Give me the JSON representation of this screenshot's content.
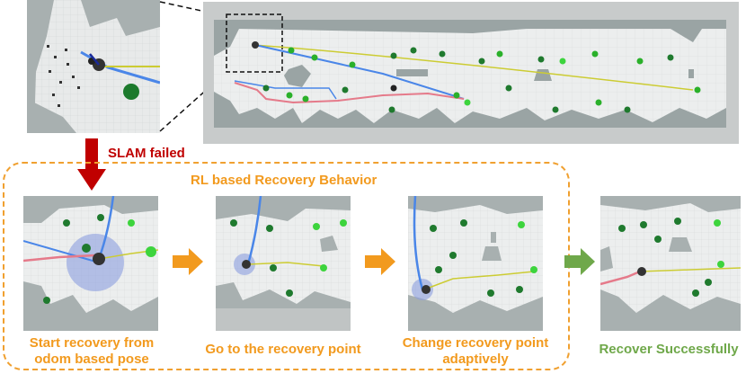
{
  "labels": {
    "slam_failed": "SLAM failed",
    "rl_title": "RL based Recovery Behavior",
    "step1_line1": "Start recovery from",
    "step1_line2": "odom based pose",
    "step2": "Go to the recovery point",
    "step3_line1": "Change recovery point",
    "step3_line2": "adaptively",
    "result": "Recover Successfully"
  },
  "colors": {
    "orange": "#f29a1e",
    "green": "#6fa84a",
    "red": "#c00000",
    "map_floor": "#eceeee",
    "map_wall": "#9aa4a4",
    "path_blue": "#4a86e8",
    "path_yellow": "#cccc33",
    "path_pink": "#e57a8a"
  }
}
